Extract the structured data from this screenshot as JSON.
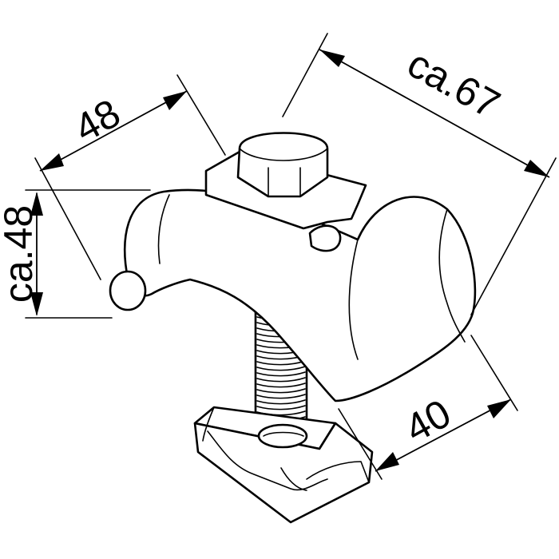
{
  "dimensions": {
    "width_top": "48",
    "height_left": "ca.48",
    "length_diag": "ca.67",
    "width_base": "40"
  },
  "colors": {
    "line": "#000000",
    "background": "#ffffff"
  }
}
